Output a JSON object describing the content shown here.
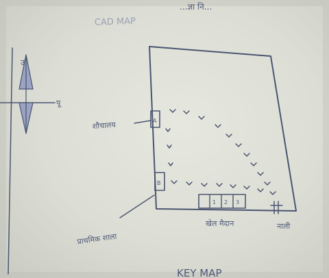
{
  "photo": {
    "description_free": true,
    "headings": {
      "top_partial": "...ज्ञा नि...",
      "map_title": "CAD MAP",
      "bottom_title": "KEY MAP"
    },
    "compass": {
      "north_label": "उ",
      "east_label": "पू"
    },
    "labels": {
      "left_upper": "शौचालय",
      "left_lower": "प्राथमिक शाला",
      "bottom_middle": "खेल मैदान",
      "bottom_right": "नाली"
    },
    "box_digits": [
      "1",
      "2",
      "3"
    ],
    "marks": {
      "upper_box": "A",
      "lower_box": "B"
    },
    "colors": {
      "ink": "#4a5470",
      "paper": "#e3e5dc"
    }
  }
}
